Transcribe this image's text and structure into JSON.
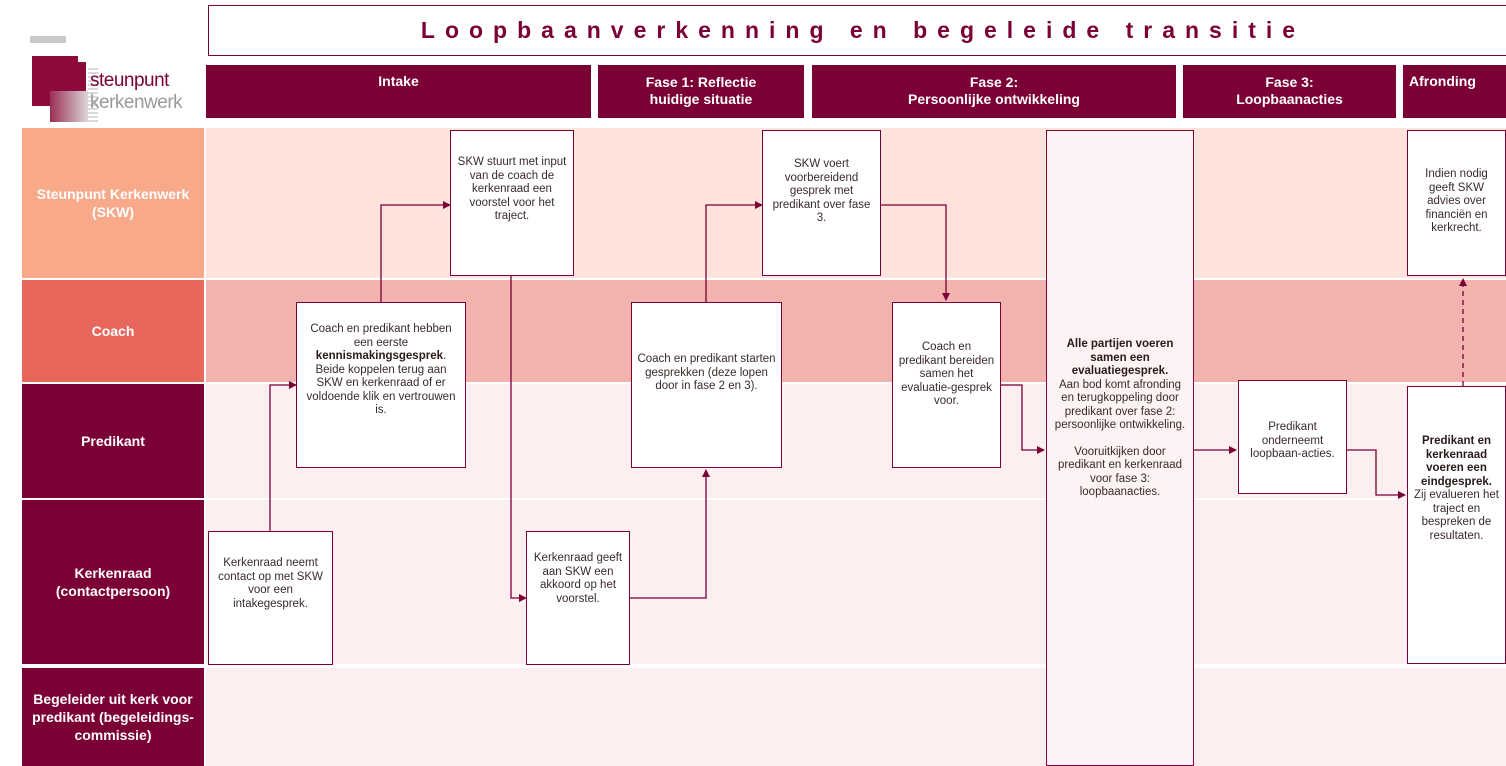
{
  "title": "Loopbaanverkenning en begeleide transitie",
  "logo": {
    "text_part1": "steunpunt",
    "text_part2": "kerkenwerk"
  },
  "phases": [
    {
      "line1": "Intake",
      "line2": ""
    },
    {
      "line1": "Fase 1: Reflectie",
      "line2": "huidige situatie"
    },
    {
      "line1": "Fase 2:",
      "line2": "Persoonlijke ontwikkeling"
    },
    {
      "line1": "Fase 3:",
      "line2": "Loopbaanacties"
    },
    {
      "line1": "Afronding",
      "line2": ""
    }
  ],
  "lanes": [
    {
      "label": "Steunpunt Kerkenwerk (SKW)"
    },
    {
      "label": "Coach"
    },
    {
      "label": "Predikant"
    },
    {
      "label": "Kerkenraad (contactpersoon)"
    },
    {
      "label": "Begeleider uit kerk voor predikant (begeleidings-commissie)"
    }
  ],
  "boxes": {
    "kerkenraad_contact": "Kerkenraad neemt contact op met SKW voor een intakegesprek.",
    "kennismaking_pre": "Coach en predikant hebben een eerste ",
    "kennismaking_bold": "kennismakingsgesprek",
    "kennismaking_post": ". Beide koppelen terug aan SKW en kerkenraad of er voldoende klik en vertrouwen is.",
    "skw_voorstel": "SKW stuurt met input van de coach de kerkenraad een voorstel voor het traject.",
    "kerkenraad_akkoord": "Kerkenraad geeft aan SKW een akkoord op het voorstel.",
    "coach_gesprekken": "Coach en predikant starten gesprekken (deze lopen door in fase 2 en 3).",
    "skw_voorbereidend": "SKW voert voorbereidend gesprek met predikant over fase 3.",
    "coach_evaluatie": "Coach en predikant bereiden samen het evaluatie-gesprek voor.",
    "alle_bold": "Alle partijen voeren samen een evaluatiegesprek.",
    "alle_text1": "Aan bod komt afronding en terugkoppeling door predikant over fase 2: persoonlijke ontwikkeling.",
    "alle_text2": "Vooruitkijken door predikant en kerkenraad voor fase 3: loopbaanacties.",
    "predikant_acties": "Predikant onderneemt loopbaan-acties.",
    "skw_advies": "Indien nodig geeft SKW advies over financiën en kerkrecht.",
    "eind_bold": "Predikant en kerkenraad voeren een eindgesprek.",
    "eind_text": "Zij evalueren het traject en bespreken de resultaten."
  },
  "colors": {
    "accent": "#7a0036",
    "lane_skw_label": "#f7a98a",
    "lane_skw_band": "#fde3dc",
    "lane_coach_label": "#e8675c",
    "lane_coach_band": "#f2b3ae",
    "lane_dark_label": "#7a0036",
    "lane_dark_band": "#fdeef0"
  }
}
